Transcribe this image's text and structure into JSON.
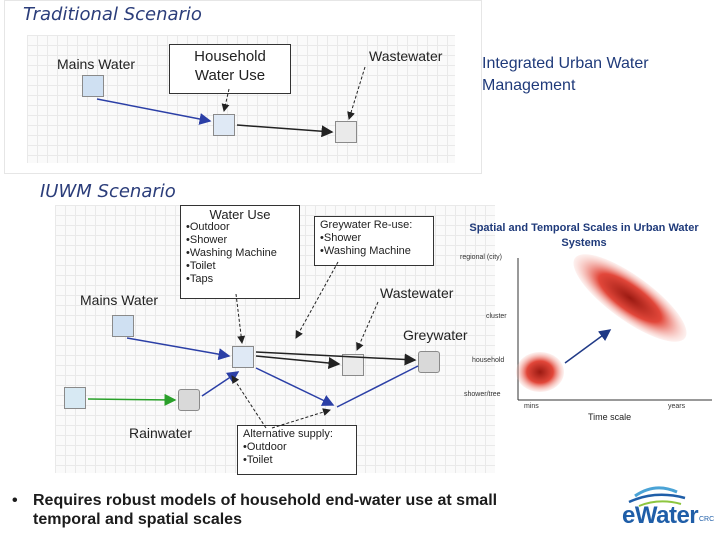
{
  "traditional": {
    "title": "Traditional Scenario",
    "mains": "Mains Water",
    "household": "Household Water Use",
    "wastewater": "Wastewater"
  },
  "right_title": "Integrated Urban Water Management",
  "iuwm": {
    "title": "IUWM Scenario",
    "water_use": {
      "head": "Water Use",
      "items": [
        "Outdoor",
        "Shower",
        "Washing Machine",
        "Toilet",
        "Taps"
      ]
    },
    "greywater_reuse": {
      "head": "Greywater Re-use:",
      "items": [
        "Shower",
        "Washing Machine"
      ]
    },
    "mains": "Mains Water",
    "wastewater": "Wastewater",
    "greywater": "Greywater",
    "rainwater": "Rainwater",
    "alt_supply": {
      "head": "Alternative supply:",
      "items": [
        "Outdoor",
        "Toilet"
      ]
    }
  },
  "chart_data": {
    "type": "diagram",
    "title": "Spatial and Temporal Scales in Urban Water Systems",
    "xlabel": "Time scale",
    "x_ticks": [
      "mins",
      "years"
    ],
    "y_ticks": [
      "regional (city)",
      "cluster",
      "household",
      "shower/tree"
    ]
  },
  "bullet": "Requires robust models of household end-water use at small temporal and spatial scales",
  "logo": {
    "text": "eWater",
    "suffix": "CRC"
  }
}
